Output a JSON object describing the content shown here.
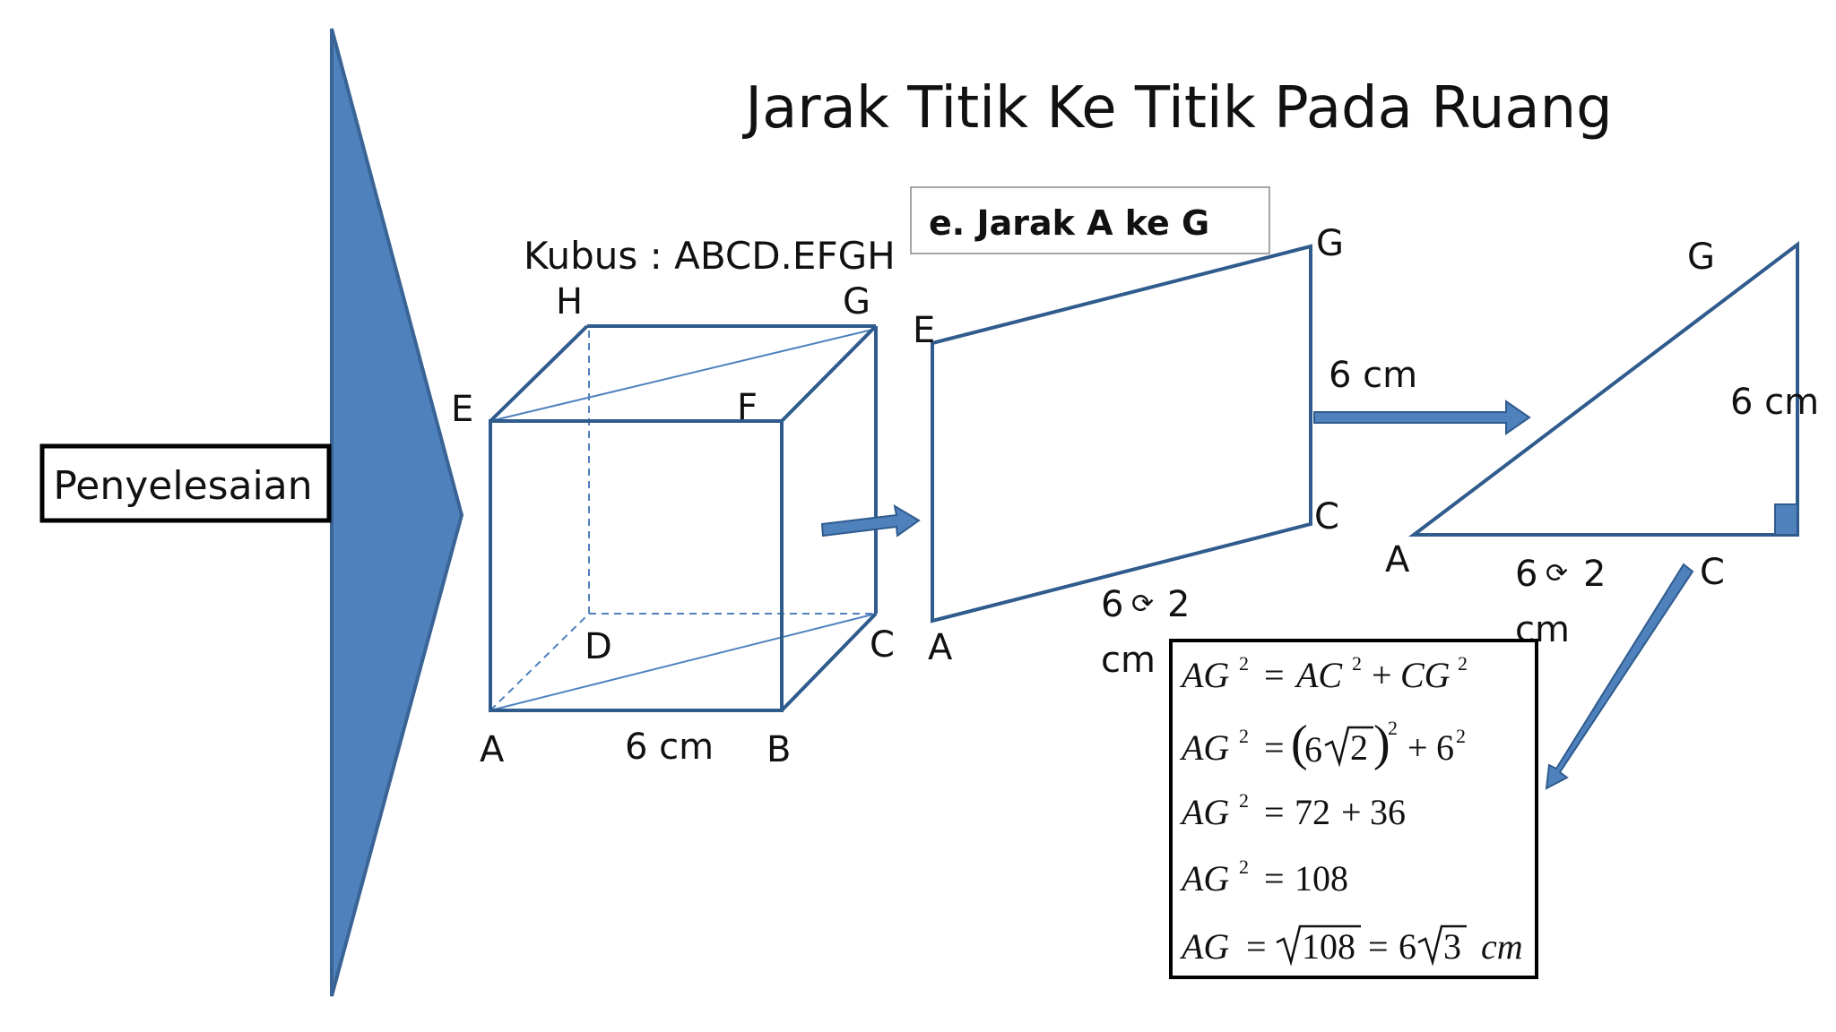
{
  "title": "Jarak Titik Ke Titik Pada Ruang",
  "penyelesaian_label": "Penyelesaian",
  "kubus_label": "Kubus : ABCD.EFGH",
  "subtitle": "e.  Jarak A ke G",
  "cube": {
    "vertices": [
      "A",
      "B",
      "C",
      "D",
      "E",
      "F",
      "G",
      "H"
    ],
    "edge_label": "6 cm"
  },
  "rectangle": {
    "vertices": [
      "E",
      "G",
      "C",
      "A"
    ],
    "side_label": "6 cm",
    "diag_value_top": "6",
    "diag_symbol": "⟳",
    "diag_value_root": "2",
    "diag_unit": "cm"
  },
  "triangle": {
    "vertices": [
      "G",
      "A",
      "C"
    ],
    "side_label": "6 cm",
    "base_value_top": "6",
    "base_symbol": "⟳",
    "base_value_root": "2",
    "base_unit": "cm"
  },
  "formulas": {
    "ag": "AG",
    "ac": "AC",
    "cg": "CG",
    "two": "2",
    "eq": "=",
    "plus": "+",
    "six": "6",
    "root_two": "2",
    "val_72": "72",
    "val_36": "36",
    "val_108": "108",
    "root_108": "108",
    "root_three": "3",
    "unit_cm": "cm"
  },
  "colors": {
    "blue_fill": "#4F81BD",
    "blue_stroke": "#2F5B8D",
    "black": "#111111"
  }
}
